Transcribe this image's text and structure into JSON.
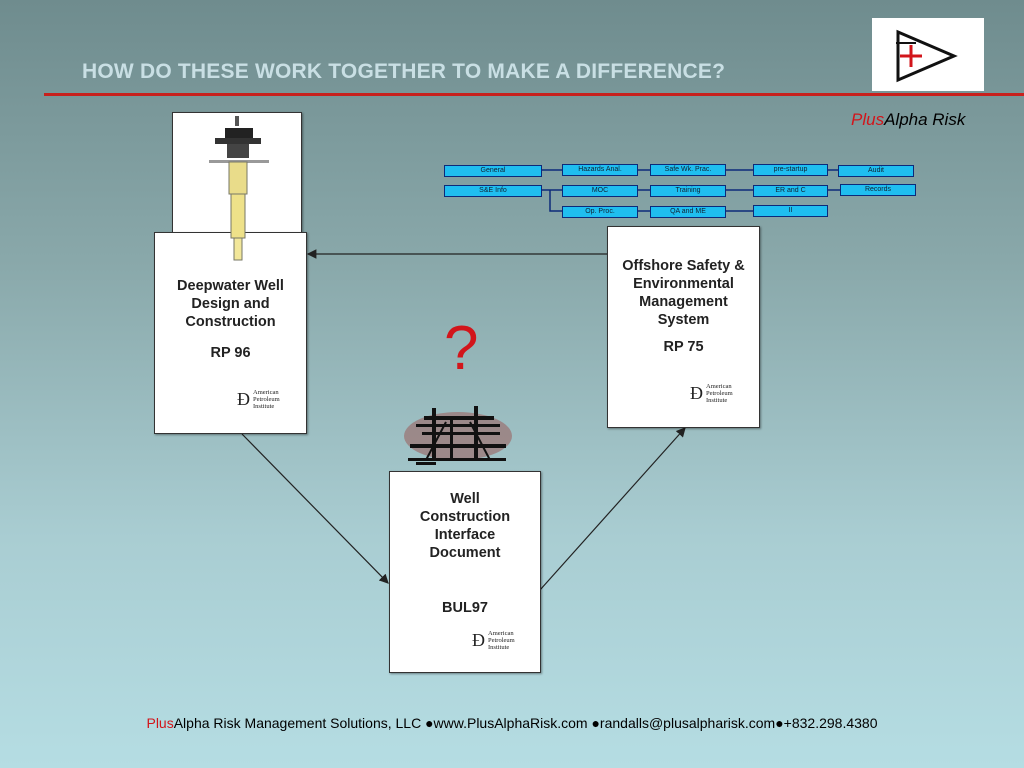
{
  "header": {
    "title": "HOW DO THESE WORK TOGETHER TO MAKE A DIFFERENCE?",
    "brand_plus": "Plus",
    "brand_rest": "Alpha Risk"
  },
  "documents": {
    "rp96": {
      "title": "Deepwater Well\nDesign and\nConstruction",
      "code": "RP 96",
      "publisher": "American\nPetroleum\nInstitute"
    },
    "rp75": {
      "title": "Offshore Safety &\nEnvironmental\nManagement\nSystem",
      "code": "RP 75",
      "publisher": "American\nPetroleum\nInstitute"
    },
    "bul97": {
      "title": "Well\nConstruction\nInterface\nDocument",
      "code": "BUL97",
      "publisher": "American\nPetroleum\nInstitute"
    }
  },
  "flow_elements": {
    "row1": [
      "General",
      "Hazards Anal.",
      "Safe Wk. Prac.",
      "pre-startup",
      "Audit"
    ],
    "row2": [
      "S&E Info",
      "MOC",
      "Training",
      "ER and C",
      "Records"
    ],
    "row3": [
      "Op. Proc.",
      "QA and ME",
      "II"
    ]
  },
  "question_mark": "?",
  "footer": {
    "plus": "Plus",
    "brand": "Alpha Risk",
    "rest": " Management Solutions, LLC ●www.PlusAlphaRisk.com ●randalls@plusalpharisk.com●+832.298.4380"
  },
  "colors": {
    "accent_red": "#d2151b",
    "rule_red": "#c8201c",
    "flow_box_fill": "#1fbef0",
    "flow_box_border": "#0c2a7a",
    "title_text": "#c9dfe4"
  }
}
